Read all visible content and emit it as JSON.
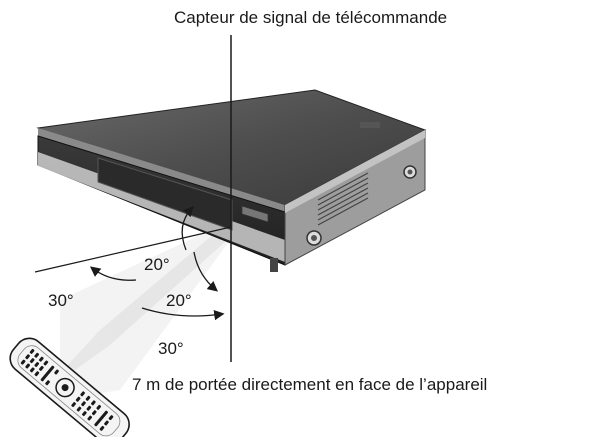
{
  "diagram": {
    "caption_sensor": "Capteur de signal de télécommande",
    "caption_range": "7 m de portée directement en face de l’appareil",
    "angles": {
      "upper_right": "20°",
      "lower_right": "20°",
      "left": "30°",
      "bottom": "30°"
    },
    "icons": {
      "device": "dvd-recorder-icon",
      "remote": "remote-control-icon"
    },
    "colors": {
      "line": "#1a1a1a",
      "body_dark": "#3c3c3c",
      "body_top": "#5a5a5a",
      "panel": "#b9b9b9",
      "beam": "#d9d9d9"
    }
  }
}
